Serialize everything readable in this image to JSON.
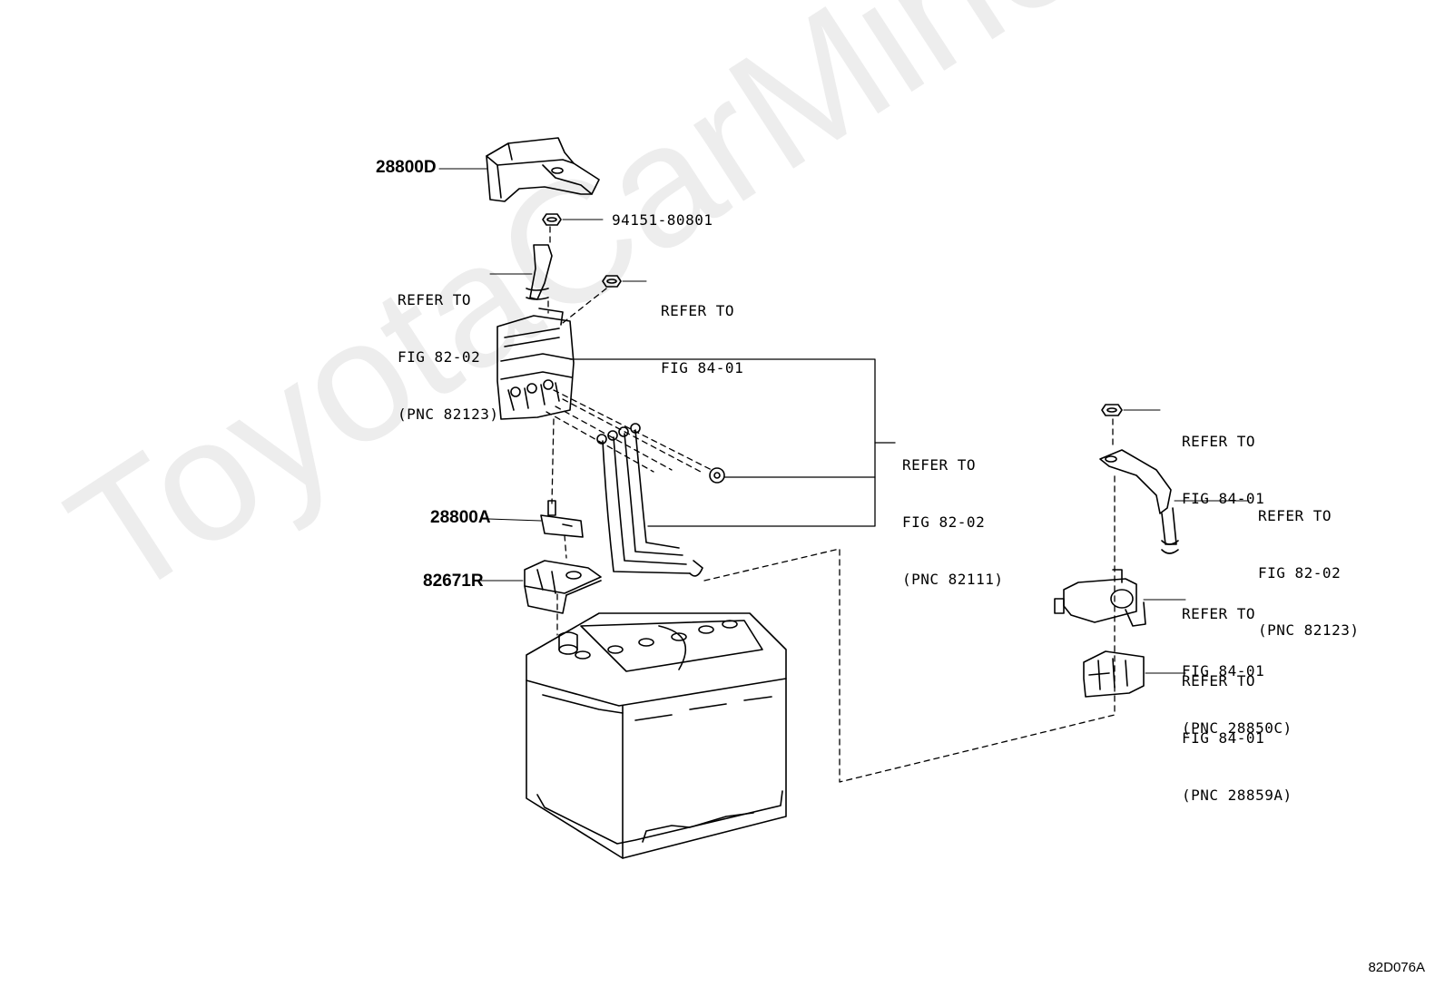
{
  "watermark": "ToyotaCarMine.ru",
  "figure_code": "82D076A",
  "labels": {
    "p28800d": "28800D",
    "p94151": "94151-80801",
    "refer_82123_a": [
      "REFER TO",
      "FIG 82-02",
      "(PNC 82123)"
    ],
    "refer_8401_a": [
      "REFER TO",
      "FIG 84-01"
    ],
    "refer_82111": [
      "REFER TO",
      "FIG 82-02",
      "(PNC 82111)"
    ],
    "p28800a": "28800A",
    "p82671r": "82671R",
    "refer_8401_b": [
      "REFER TO",
      "FIG 84-01"
    ],
    "refer_82123_b": [
      "REFER TO",
      "FIG 82-02",
      "(PNC 82123)"
    ],
    "refer_28850c": [
      "REFER TO",
      "FIG 84-01",
      "(PNC 28850C)"
    ],
    "refer_28859a": [
      "REFER TO",
      "FIG 84-01",
      "(PNC 28859A)"
    ]
  }
}
